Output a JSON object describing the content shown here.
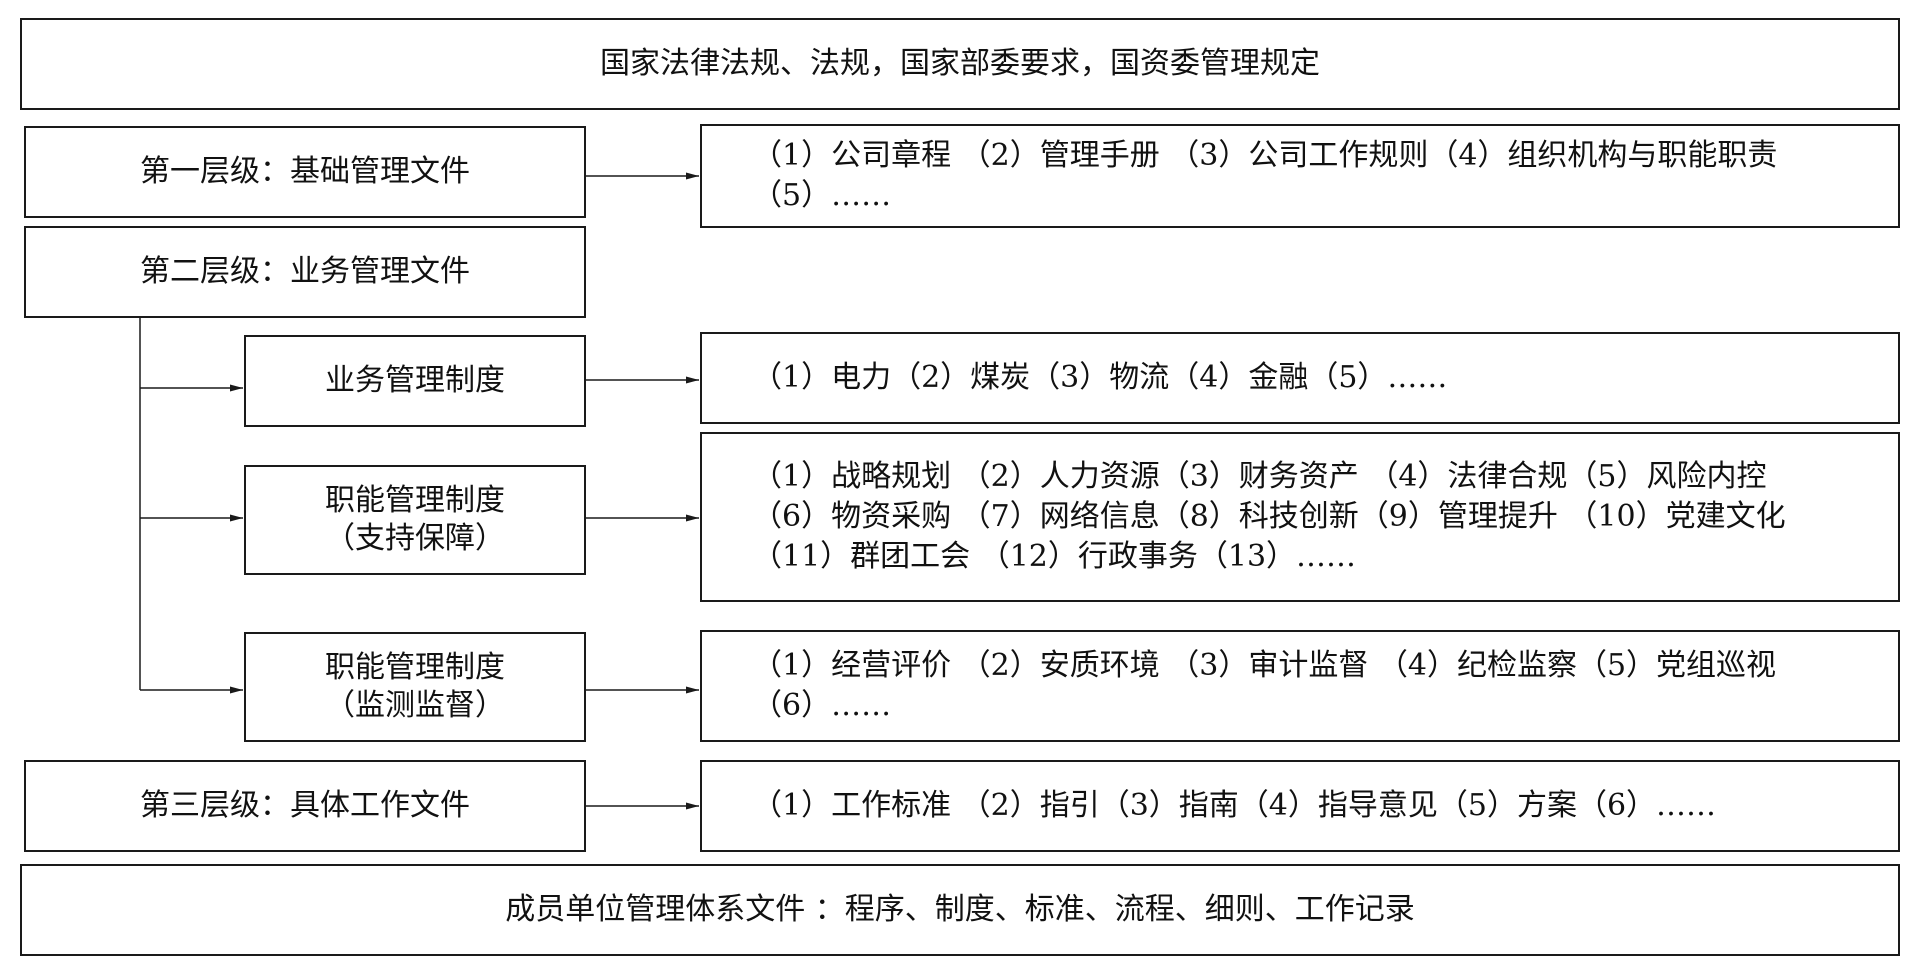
{
  "top": {
    "text": "国家法律法规、法规，国家部委要求，国资委管理规定"
  },
  "bottom": {
    "text": "成员单位管理体系文件 ：程序、制度、标准、流程、细则、工作记录"
  },
  "level1": {
    "label": "第一层级：基础管理文件",
    "items": [
      "（1）公司章程 （2）管理手册 （3）公司工作规则（4）组织机构与职能职责",
      "（5）……"
    ]
  },
  "level2": {
    "label": "第二层级：业务管理文件",
    "sub": [
      {
        "label": [
          "业务管理制度"
        ],
        "items": [
          "（1）电力（2）煤炭（3）物流（4）金融（5）……"
        ]
      },
      {
        "label": [
          "职能管理制度",
          "（支持保障）"
        ],
        "items": [
          "（1）战略规划 （2）人力资源（3）财务资产 （4）法律合规（5）风险内控",
          "（6）物资采购 （7）网络信息（8）科技创新（9）管理提升 （10）党建文化",
          "（11）群团工会 （12）行政事务（13）……"
        ]
      },
      {
        "label": [
          "职能管理制度",
          "（监测监督）"
        ],
        "items": [
          "（1）经营评价 （2）安质环境 （3）审计监督 （4）纪检监察（5）党组巡视",
          "（6）……"
        ]
      }
    ]
  },
  "level3": {
    "label": "第三层级：具体工作文件",
    "items": [
      "（1）工作标准 （2）指引（3）指南（4）指导意见（5）方案（6）……"
    ]
  }
}
